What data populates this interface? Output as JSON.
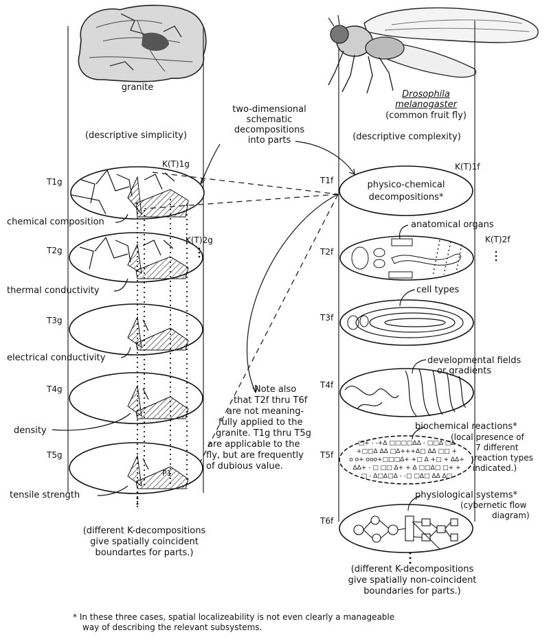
{
  "granite": {
    "name": "granite",
    "subtitle": "(descriptive simplicity)",
    "levels": [
      {
        "label": "T1g",
        "property": "chemical composition"
      },
      {
        "label": "T2g",
        "property": "thermal conductivity"
      },
      {
        "label": "T3g",
        "property": "electrical conductivity"
      },
      {
        "label": "T4g",
        "property": "density"
      },
      {
        "label": "T5g",
        "property": "tensile strength"
      }
    ],
    "k_labels": [
      "K(T)1g",
      "K(T)2g"
    ],
    "part_label": "P1",
    "footnote": [
      "(different K-decompositions",
      "give spatially coincident",
      "boundartes for parts.)"
    ]
  },
  "fly": {
    "name_line1": "Drosophila",
    "name_line2": "melanogaster",
    "common": "(common fruit fly)",
    "subtitle": "(descriptive complexity)",
    "levels": [
      {
        "label": "T1f",
        "annotation": [
          "physico-chemical",
          "decompositions*"
        ]
      },
      {
        "label": "T2f",
        "annotation": [
          "anatomical organs"
        ]
      },
      {
        "label": "T3f",
        "annotation": [
          "cell types"
        ]
      },
      {
        "label": "T4f",
        "annotation": [
          "developmental fields",
          "or gradients"
        ]
      },
      {
        "label": "T5f",
        "annotation": [
          "biochemical reactions*",
          "(local presence of",
          "7 different",
          "reaction types",
          "indicated.)"
        ]
      },
      {
        "label": "T6f",
        "annotation": [
          "physiological systems*",
          "(cybernetic flow",
          "diagram)"
        ]
      }
    ],
    "k_labels": [
      "K(T)1f",
      "K(T)2f"
    ],
    "footnote": [
      "(different K-decompositions",
      "give spatially non-coincident",
      "boundaries for parts.)"
    ]
  },
  "center_note": [
    "two-dimensional",
    "schematic",
    "decompositions",
    "into parts"
  ],
  "side_note": [
    "Note also",
    "that T2f thru T6f",
    "are not meaning-",
    "fully applied to the",
    "granite. T1g thru T5g",
    "are applicable to the",
    "fly, but are frequently",
    "of dubious value."
  ],
  "bottom_note": [
    "* In these three cases, spatial localizeability is not even clearly a manageable",
    "way of describing the relevant subsystems."
  ]
}
